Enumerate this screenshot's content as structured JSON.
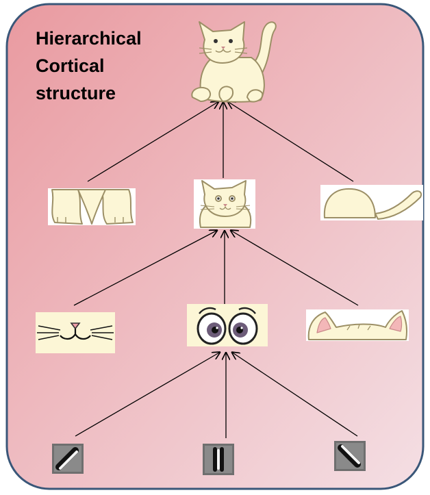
{
  "title": {
    "lines": [
      "Hierarchical",
      "Cortical",
      "structure"
    ]
  },
  "colors": {
    "frame_border": "#3a5779",
    "gradient_top_left": "#e99aa0",
    "gradient_bottom_right": "#f4dfe4",
    "arrow": "#000000",
    "fur": "#fcf6d6",
    "fur_outline": "#bdb08a",
    "filter_bg": "#6f6f6f"
  },
  "nodes": {
    "top": [
      "whole-cat"
    ],
    "parts": [
      "cat-body-legs",
      "cat-head",
      "cat-back-tail"
    ],
    "features": [
      "cat-mouth",
      "cat-eyes",
      "cat-ears"
    ],
    "filters": [
      "diagonal-edge-filter",
      "vertical-edge-filter",
      "antidiagonal-edge-filter"
    ]
  }
}
